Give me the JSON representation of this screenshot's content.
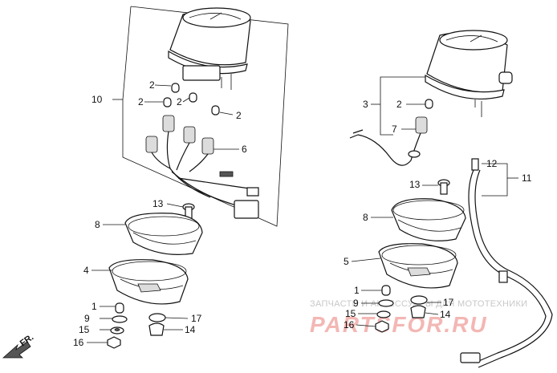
{
  "callouts": {
    "n1_left": "1",
    "n2_a": "2",
    "n2_b": "2",
    "n2_c": "2",
    "n2_d": "2",
    "n4": "4",
    "n6": "6",
    "n8_left": "8",
    "n9_left": "9",
    "n10": "10",
    "n13_left": "13",
    "n14_left": "14",
    "n15_left": "15",
    "n16_left": "16",
    "n17_left": "17",
    "n1_right": "1",
    "n2_right": "2",
    "n3": "3",
    "n5": "5",
    "n7": "7",
    "n8_right": "8",
    "n9_right": "9",
    "n11": "11",
    "n12": "12",
    "n13_right": "13",
    "n14_right": "14",
    "n15_right": "15",
    "n16_right": "16",
    "n17_right": "17"
  },
  "direction_label": "FR.",
  "watermark": {
    "line1": "ЗАПЧАСТИ И АКСЕССУАРЫ ДЛЯ МОТОТЕХНИКИ",
    "line2": "PARTSFOR.RU"
  },
  "colors": {
    "ink": "#111111",
    "watermark_red": "#f3b7b4",
    "watermark_gray": "#c8c8c8"
  }
}
